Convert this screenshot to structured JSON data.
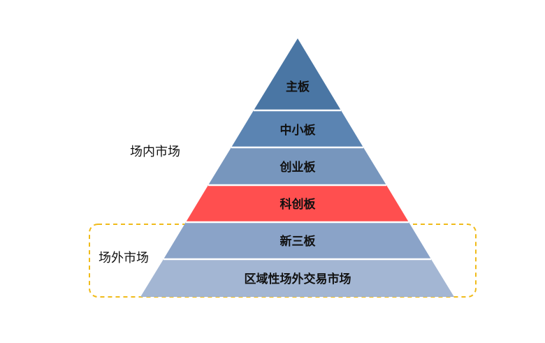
{
  "tiers": [
    {
      "label": "主板",
      "color": "#4a76a4"
    },
    {
      "label": "中小板",
      "color": "#5b84b2"
    },
    {
      "label": "创业板",
      "color": "#7796bd"
    },
    {
      "label": "科创板",
      "color": "#ff4f4f"
    },
    {
      "label": "新三板",
      "color": "#8aa3c8"
    },
    {
      "label": "区域性场外交易市场",
      "color": "#a3b6d3"
    }
  ],
  "groups": {
    "on_exchange": {
      "label": "场内市场"
    },
    "off_exchange": {
      "label": "场外市场",
      "border_color": "#f0bb1a"
    }
  }
}
